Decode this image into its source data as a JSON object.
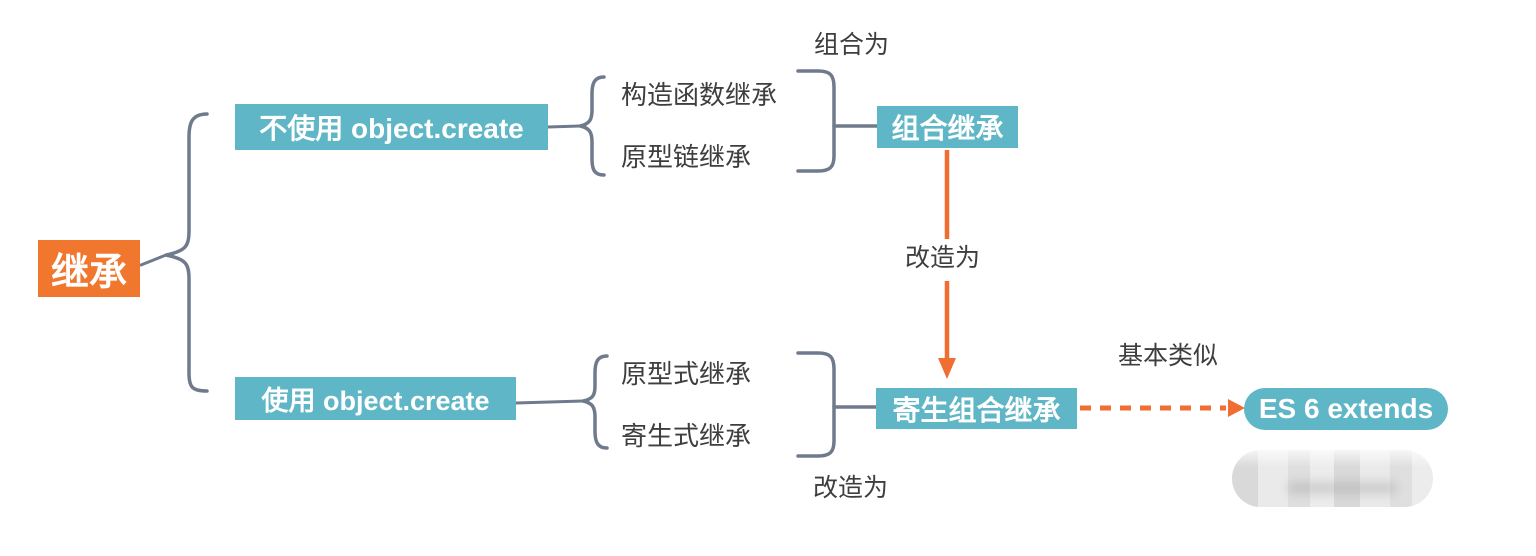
{
  "colors": {
    "root_orange": "#F0772D",
    "node_teal": "#5FB6C6",
    "arrow_orange": "#F06E31",
    "line_gray": "#6F7A8C",
    "text_dark": "#3E3E3E"
  },
  "diagram": {
    "root": {
      "label": "继承"
    },
    "top_branch": {
      "node": "不使用 object.create",
      "children": [
        {
          "label": "构造函数继承"
        },
        {
          "label": "原型链继承"
        }
      ],
      "merge_label": "组合为",
      "result_node": "组合继承"
    },
    "bottom_branch": {
      "node": "使用 object.create",
      "children": [
        {
          "label": "原型式继承"
        },
        {
          "label": "寄生式继承"
        }
      ],
      "merge_label": "改造为",
      "result_node": "寄生组合继承"
    },
    "transform_arrow": {
      "label": "改造为"
    },
    "similarity_arrow": {
      "label": "基本类似",
      "node": "ES 6 extends"
    }
  }
}
